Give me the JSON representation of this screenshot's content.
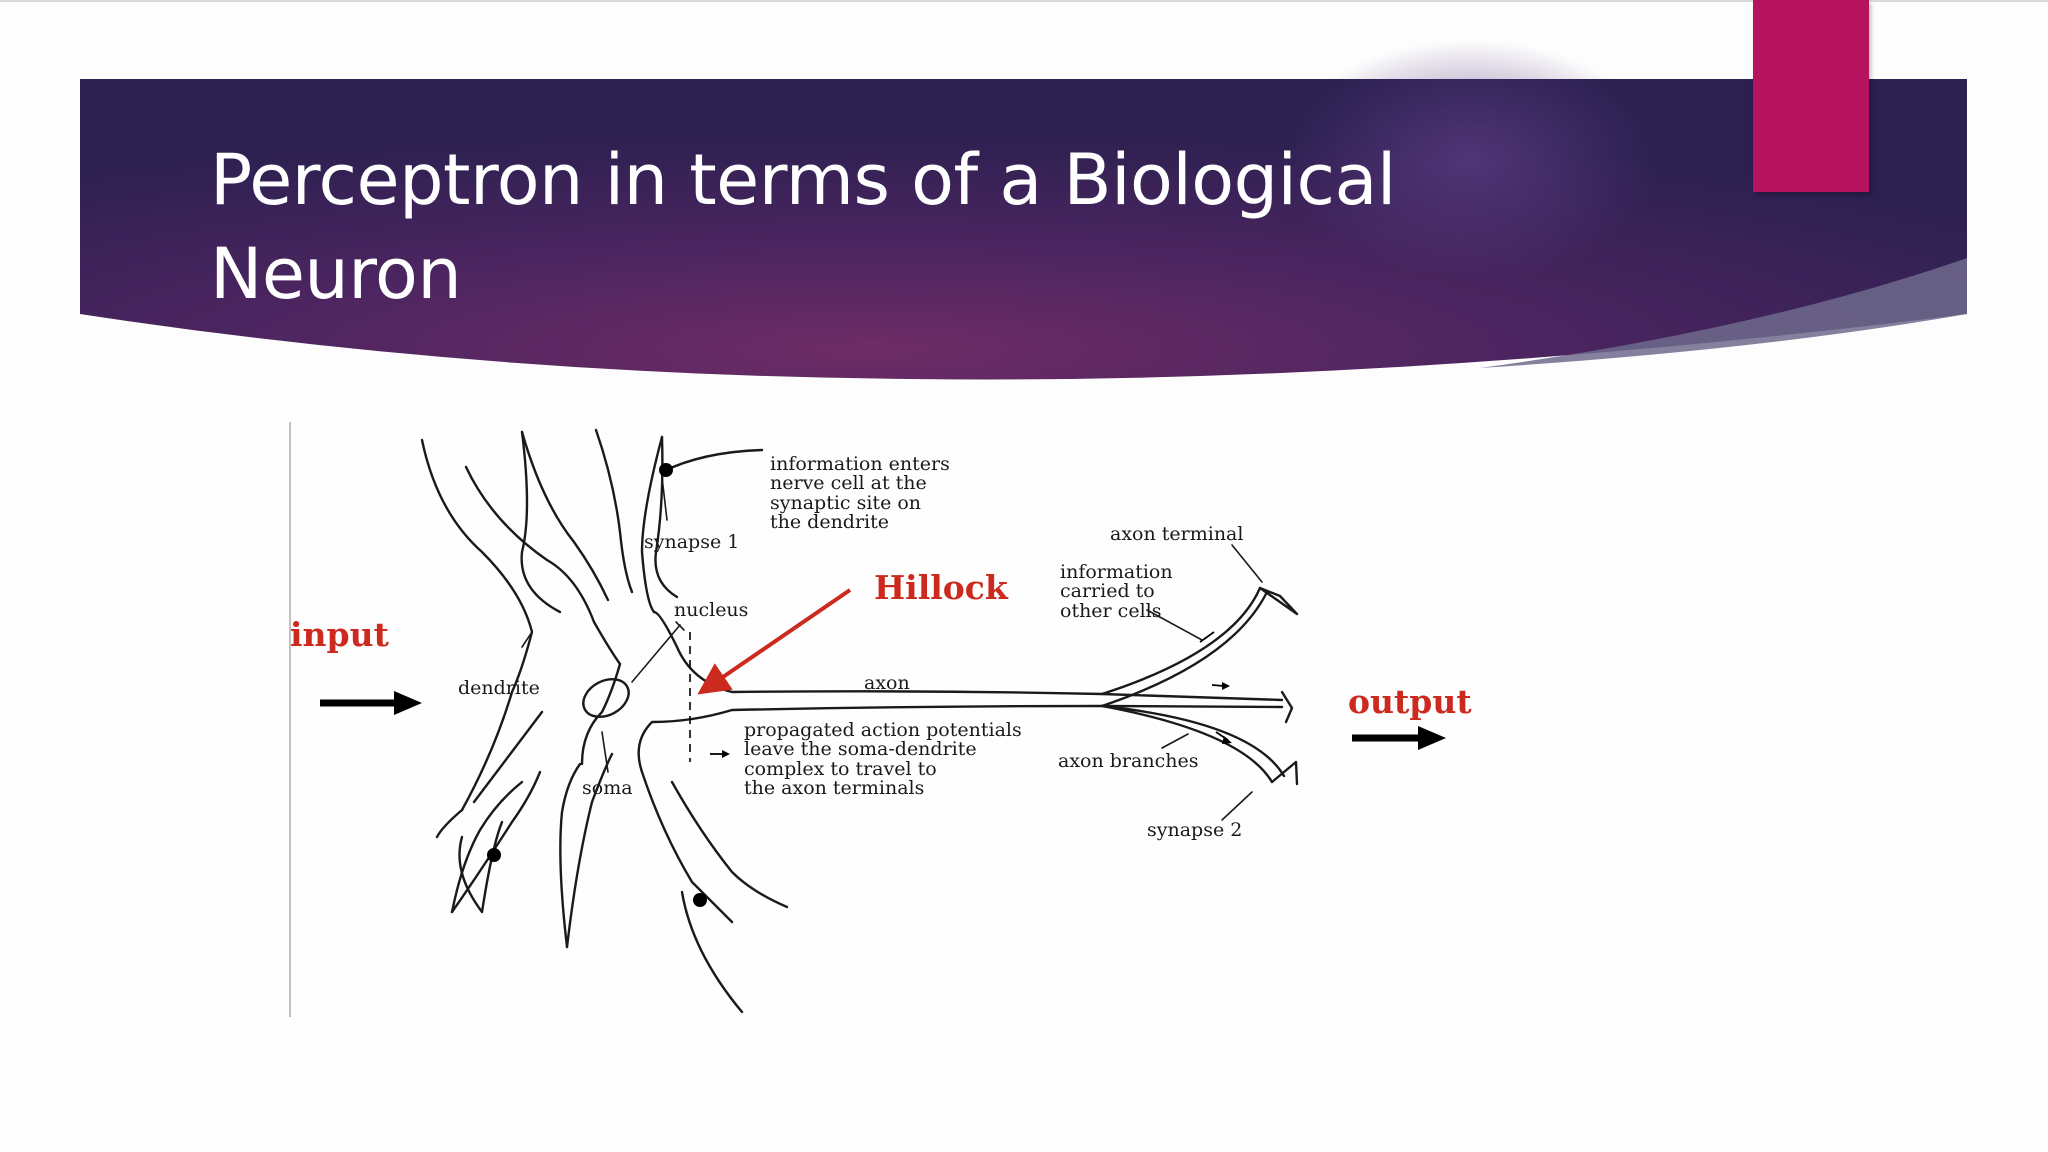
{
  "slide": {
    "title_line_1": "Perceptron in terms of a Biological",
    "title_line_2": "Neuron"
  },
  "colors": {
    "banner_dark": "#2b2050",
    "banner_center": "#6a2a64",
    "accent_tab": "#b5135e",
    "highlight_red": "#cc2a1e"
  },
  "diagram": {
    "input_label": "input",
    "output_label": "output",
    "hillock_label": "Hillock",
    "synapse_1": "synapse 1",
    "synapse_2": "synapse 2",
    "nucleus": "nucleus",
    "dendrite": "dendrite",
    "soma": "soma",
    "axon": "axon",
    "axon_terminal": "axon terminal",
    "axon_branches": "axon branches",
    "info_enters": [
      "information enters",
      "nerve cell at the",
      "synaptic site on",
      "the dendrite"
    ],
    "info_carried": [
      "information",
      "carried to",
      "other cells"
    ],
    "propagated": [
      "propagated action potentials",
      "leave the soma-dendrite",
      "complex to travel to",
      "the axon terminals"
    ]
  }
}
